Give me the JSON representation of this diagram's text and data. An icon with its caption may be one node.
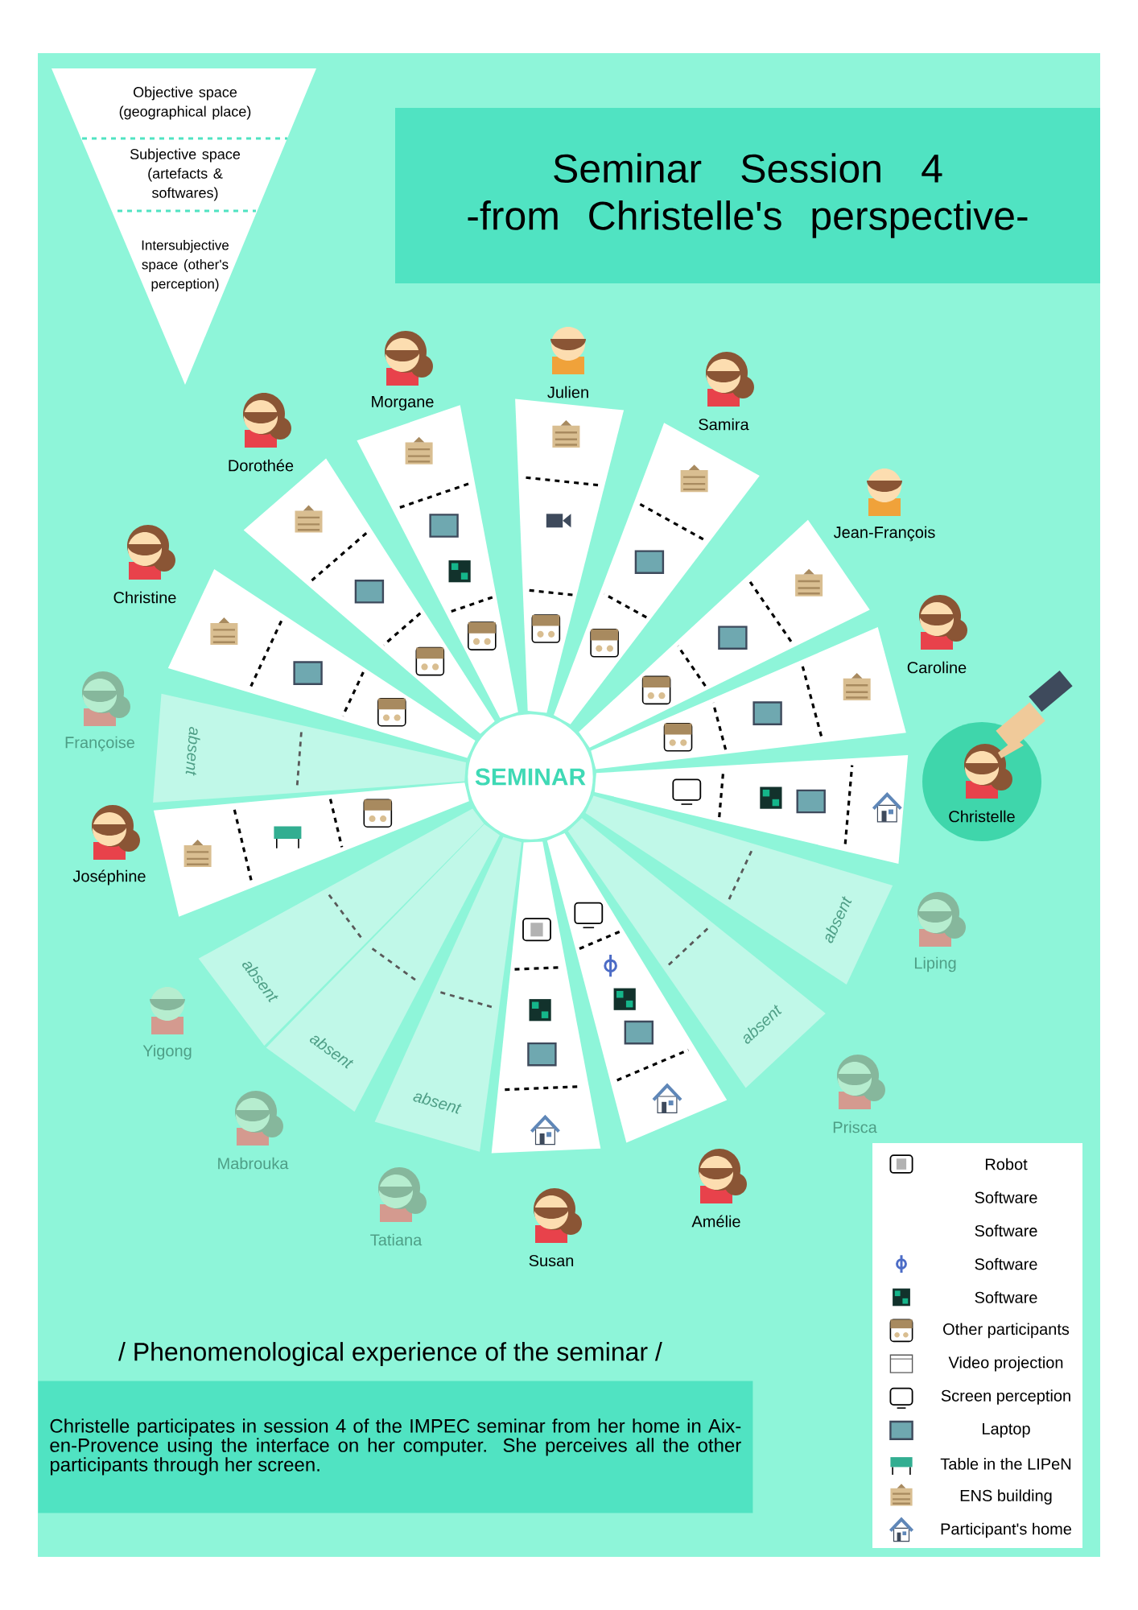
{
  "diagram": {
    "caption": "Christelle participates in session 4 of the IMPEC seminar from her home in Aix-en-Provence using the interface on her computer. She perceives all the other participants through her screen.",
    "nodes": [
      {
        "text": [
          "Seminar Session 4",
          "-from Christelle's perspective-"
        ]
      },
      {
        "text": [
          "Objective space (geographical place)",
          "Subjective space (artefacts & softwares)",
          "Intersubjective space (other's perception)"
        ]
      },
      {
        "text": [
          "SEMINAR"
        ]
      },
      {
        "text": [],
        "shape": "bar"
      },
      {
        "text": [
          "absent"
        ]
      },
      {
        "text": [],
        "shape": "bar"
      },
      {
        "text": [],
        "shape": "bar"
      },
      {
        "text": [],
        "shape": "bar"
      },
      {
        "text": [],
        "shape": "bar"
      },
      {
        "text": [],
        "shape": "bar"
      },
      {
        "text": [],
        "shape": "bar"
      },
      {
        "text": [],
        "shape": "bar"
      },
      {
        "text": [],
        "shape": "bar"
      },
      {
        "text": [
          "absent"
        ]
      },
      {
        "text": [
          "absent"
        ]
      },
      {
        "text": [],
        "shape": "bar"
      },
      {
        "text": [],
        "shape": "bar"
      },
      {
        "text": [
          "absent"
        ]
      },
      {
        "text": [
          "absent"
        ]
      },
      {
        "text": [
          "absent"
        ]
      },
      {
        "text": [
          "Joséphine"
        ]
      },
      {
        "text": [
          "Françoise"
        ]
      },
      {
        "text": [
          "Christine"
        ]
      },
      {
        "text": [
          "Dorothée"
        ]
      },
      {
        "text": [
          "Morgane"
        ]
      },
      {
        "text": [
          "Julien"
        ]
      },
      {
        "text": [
          "Samira"
        ]
      },
      {
        "text": [
          "Jean-François"
        ]
      },
      {
        "text": [
          "Caroline"
        ]
      },
      {
        "text": [
          "Christelle"
        ]
      },
      {
        "text": [
          "Liping"
        ]
      },
      {
        "text": [
          "Prisca"
        ]
      },
      {
        "text": [
          "Amélie"
        ]
      },
      {
        "text": [
          "Susan"
        ]
      },
      {
        "text": [
          "Tatiana"
        ]
      },
      {
        "text": [
          "Mabrouka"
        ]
      },
      {
        "text": [
          "Yigong"
        ]
      }
    ],
    "labels": [
      "/ Phenomenological experience of the seminar /"
    ],
    "legend": [
      {
        "text": "Robot"
      },
      {
        "text": "Software"
      },
      {
        "text": "Software"
      },
      {
        "text": "Software"
      },
      {
        "text": "Software"
      },
      {
        "text": "Other participants"
      },
      {
        "text": "Video projection"
      },
      {
        "text": "Screen perception"
      },
      {
        "text": "Laptop"
      },
      {
        "text": "Table in the LIPeN"
      },
      {
        "text": "ENS building"
      },
      {
        "text": "Participant's home"
      }
    ]
  }
}
